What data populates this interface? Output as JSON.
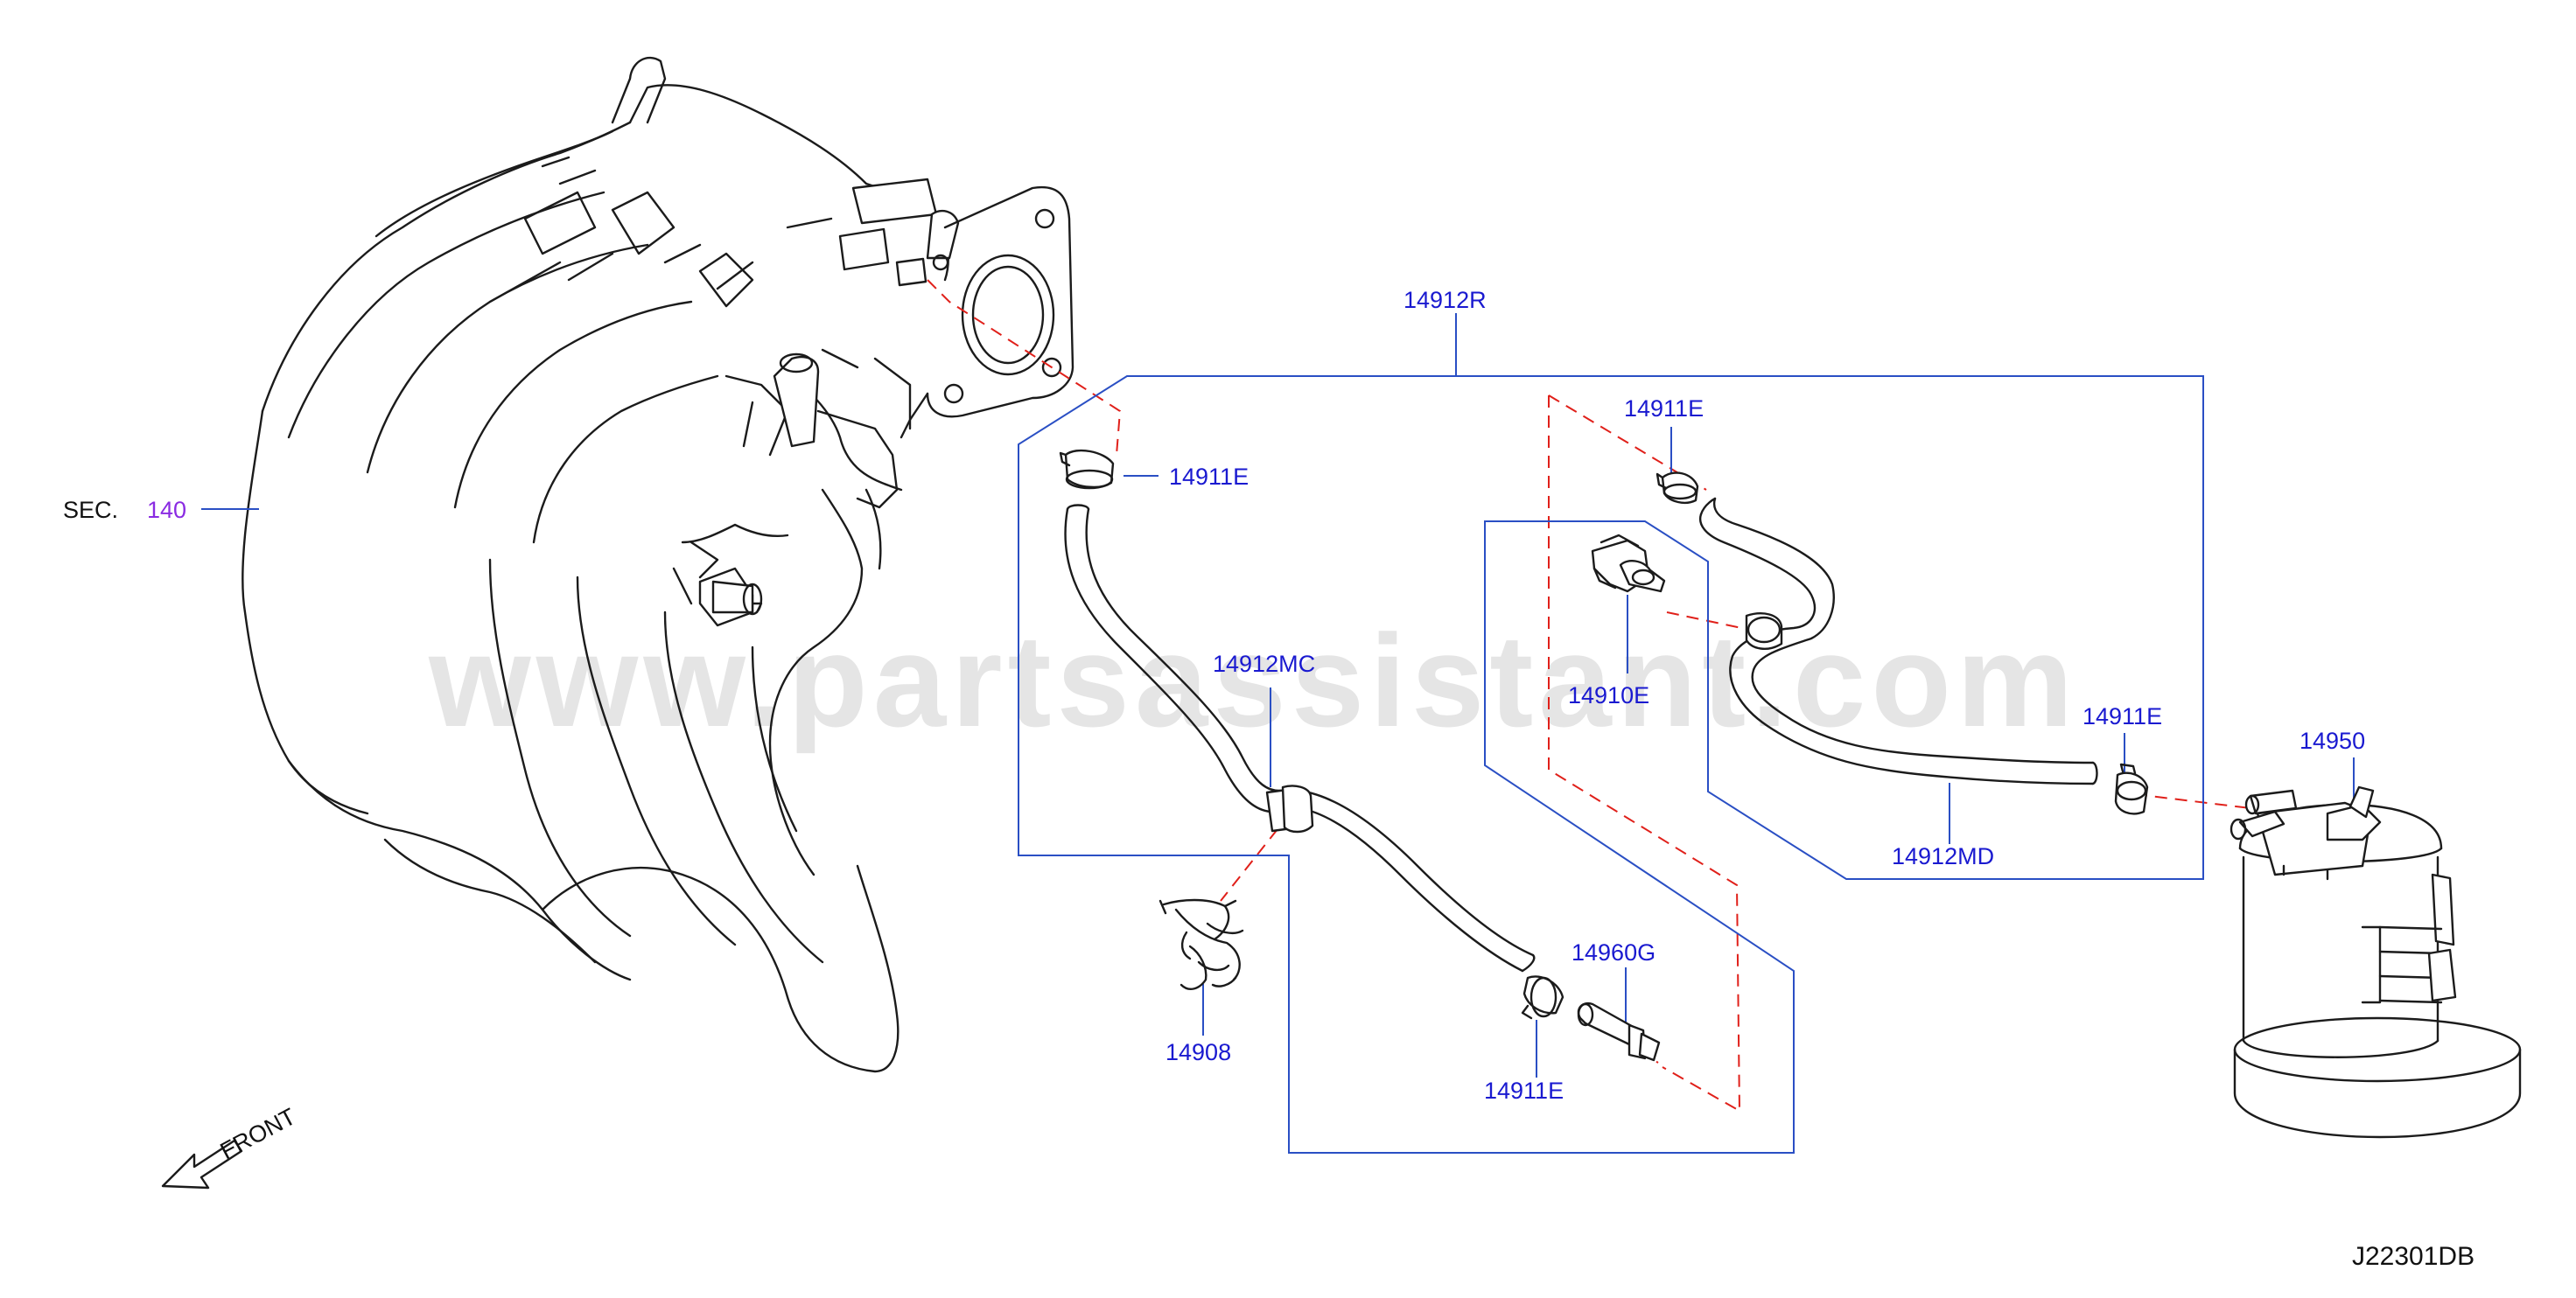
{
  "diagram": {
    "watermark": "www.partsassistant.com",
    "drawing_code": "J22301DB",
    "sec_prefix": "SEC.",
    "sec_number": "140",
    "front_label": "FRONT",
    "labels": {
      "p14912R": "14912R",
      "p14911E_a": "14911E",
      "p14911E_b": "14911E",
      "p14911E_c": "14911E",
      "p14911E_d": "14911E",
      "p14910E": "14910E",
      "p14912MC": "14912MC",
      "p14912MD": "14912MD",
      "p14950": "14950",
      "p14960G": "14960G",
      "p14908": "14908"
    },
    "colors": {
      "label_text": "#1a1ad0",
      "leader_lines": "#2a4fc4",
      "connection_dashes": "#e0201a",
      "section_number": "#8a2be2"
    }
  }
}
